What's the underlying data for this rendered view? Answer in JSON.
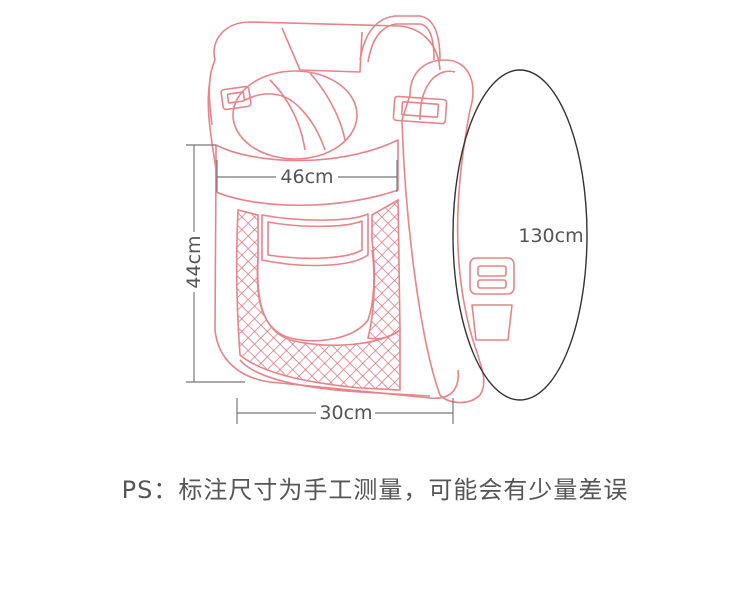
{
  "dimensions": {
    "width": "46cm",
    "height": "44cm",
    "depth": "30cm",
    "strap": "130cm"
  },
  "note": "PS：标注尺寸为手工测量，可能会有少量差误",
  "colors": {
    "outline": "#e8838a",
    "mesh": "#e06a74",
    "dimension_line": "#777777",
    "strap_ellipse": "#333333",
    "text": "#555555"
  }
}
